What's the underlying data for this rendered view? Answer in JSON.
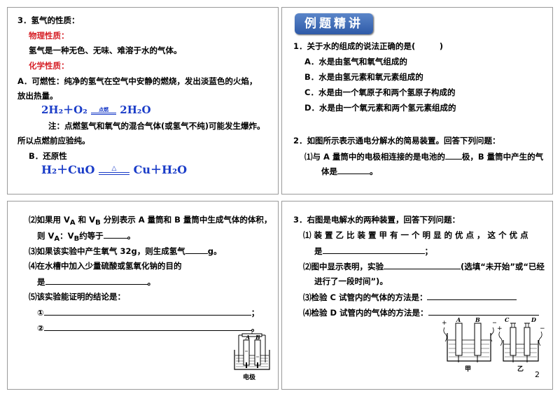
{
  "panel1": {
    "heading": "3．氢气的性质：",
    "physical_title": "物理性质：",
    "physical_text": "氢气是一种无色、无味、难溶于水的气体。",
    "chemical_title": "化学性质：",
    "a_line1": "A．可燃性：纯净的氢气在空气中安静的燃烧，发出淡蓝色的火焰，",
    "a_line2": "放出热量。",
    "eq1_left": "2H₂＋O₂",
    "eq1_cond": "点燃",
    "eq1_right": "2H₂O",
    "note_line1": "注：点燃氢气和氧气的混合气体(或氢气不纯)可能发生爆炸。",
    "note_line2": "所以点燃前应验纯。",
    "b_title": "B．还原性",
    "eq2_left": "H₂＋CuO",
    "eq2_cond": "△",
    "eq2_right": "Cu＋H₂O"
  },
  "panel2": {
    "badge": "例题精讲",
    "q1": "1．关于水的组成的说法正确的是(　　　)",
    "q1_a": "A．水是由氢气和氧气组成的",
    "q1_b": "B．水是由氢元素和氧元素组成的",
    "q1_c": "C．水是由一个氧原子和两个氢原子构成的",
    "q1_d": "D．水是由一个氧元素和两个氢元素组成的",
    "q2": "2．如图所示表示通电分解水的简易装置。回答下列问题：",
    "q2_1a": "⑴与 A 量筒中的电极相连接的是电池的",
    "q2_1b": "极，B 量筒中产生的气",
    "q2_1c": "体是",
    "q2_1d": "。"
  },
  "panel3": {
    "q2_2a": "⑵如果用 V",
    "q2_2b": "和 V",
    "q2_2c": "分别表示 A 量筒和 B 量筒中生成气体的体积，",
    "sub_a": "A",
    "sub_b": "B",
    "q2_2d": "则 V",
    "q2_2e": "：V",
    "q2_2f": "约等于",
    "q2_2g": "。",
    "q2_3a": "⑶如果该实验中产生氧气 32g，则生成氢气",
    "q2_3b": "g。",
    "q2_4": "⑷在水槽中加入少量硫酸或氢氧化钠的目的",
    "q2_4b": "是",
    "q2_4c": "。",
    "q2_5": "⑸该实验能证明的结论是：",
    "c1": "①",
    "c1_end": "；",
    "c2": "②",
    "c2_end": "。",
    "fig_a": "A",
    "fig_b": "B",
    "fig_caption": "电极"
  },
  "panel4": {
    "q3": "3．右图是电解水的两种装置，回答下列问题：",
    "q3_1a": "⑴ 装 置 乙 比 装 置 甲 有 一 个 明 显 的 优 点 ， 这 个 优 点",
    "q3_1b": "是",
    "q3_1c": "；",
    "q3_2a": "⑵图中显示表明，实验",
    "q3_2b": "(选填“未开始”或“已经",
    "q3_2c": "进行了一段时间”)。",
    "q3_3": "⑶检验 C 试管内的气体的方法是：",
    "q3_4": "⑷检验 D 试管内的气体的方法是：",
    "fig_a": "A",
    "fig_b": "B",
    "fig_c": "C",
    "fig_d": "D",
    "fig_jia": "甲",
    "fig_yi": "乙",
    "page_number": "2"
  }
}
